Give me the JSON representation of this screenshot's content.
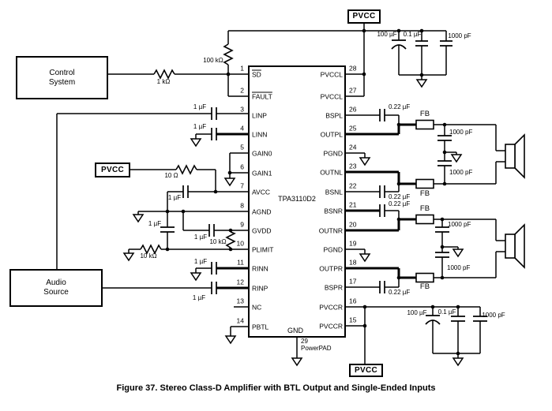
{
  "figure": {
    "caption": "Figure 37.  Stereo Class-D Amplifier with BTL Output and Single-Ended Inputs"
  },
  "ic": {
    "part": "TPA3110D2",
    "gnd_label": "GND",
    "powerpad_pin": "29",
    "powerpad_label": "PowerPAD"
  },
  "boxes": {
    "control_line1": "Control",
    "control_line2": "System",
    "audio_line1": "Audio",
    "audio_line2": "Source",
    "pvcc_top": "PVCC",
    "pvcc_mid": "PVCC",
    "pvcc_bottom": "PVCC"
  },
  "pins": {
    "left": [
      {
        "num": "1",
        "name": "SD",
        "overline": true
      },
      {
        "num": "2",
        "name": "FAULT",
        "overline": true
      },
      {
        "num": "3",
        "name": "LINP"
      },
      {
        "num": "4",
        "name": "LINN"
      },
      {
        "num": "5",
        "name": "GAIN0"
      },
      {
        "num": "6",
        "name": "GAIN1"
      },
      {
        "num": "7",
        "name": "AVCC"
      },
      {
        "num": "8",
        "name": "AGND"
      },
      {
        "num": "9",
        "name": "GVDD"
      },
      {
        "num": "10",
        "name": "PLIMIT"
      },
      {
        "num": "11",
        "name": "RINN"
      },
      {
        "num": "12",
        "name": "RINP"
      },
      {
        "num": "13",
        "name": "NC"
      },
      {
        "num": "14",
        "name": "PBTL"
      }
    ],
    "right": [
      {
        "num": "28",
        "name": "PVCCL"
      },
      {
        "num": "27",
        "name": "PVCCL"
      },
      {
        "num": "26",
        "name": "BSPL"
      },
      {
        "num": "25",
        "name": "OUTPL"
      },
      {
        "num": "24",
        "name": "PGND"
      },
      {
        "num": "23",
        "name": "OUTNL"
      },
      {
        "num": "22",
        "name": "BSNL"
      },
      {
        "num": "21",
        "name": "BSNR"
      },
      {
        "num": "20",
        "name": "OUTNR"
      },
      {
        "num": "19",
        "name": "PGND"
      },
      {
        "num": "18",
        "name": "OUTPR"
      },
      {
        "num": "17",
        "name": "BSPR"
      },
      {
        "num": "16",
        "name": "PVCCR"
      },
      {
        "num": "15",
        "name": "PVCCR"
      }
    ]
  },
  "labels": {
    "r_series": "1 kΩ",
    "r_pullup": "100 kΩ",
    "c_linp": "1 µF",
    "c_linn": "1 µF",
    "r_avcc": "10 Ω",
    "c_avcc": "1 µF",
    "c_plimit": "1 µF",
    "r_plimit_gnd": "10 kΩ",
    "c_gvdd": "1 µF",
    "r_gvdd_plimit": "10 kΩ",
    "c_rinn": "1 µF",
    "c_rinp": "1 µF",
    "c_bspl": "0.22 µF",
    "c_bsnl": "0.22 µF",
    "c_bsnr": "0.22 µF",
    "c_bspr": "0.22 µF",
    "fb1": "FB",
    "fb2": "FB",
    "fb3": "FB",
    "fb4": "FB",
    "c_snub1": "1000 pF",
    "c_snub2": "1000 pF",
    "c_snub3": "1000 pF",
    "c_snub4": "1000 pF",
    "bank_top_bulk": "100 µF",
    "bank_top_mid": "0.1 µF",
    "bank_top_small": "1000 pF",
    "bank_bot_bulk": "100 µF",
    "bank_bot_mid": "0.1 µF",
    "bank_bot_small": "1000 pF"
  }
}
